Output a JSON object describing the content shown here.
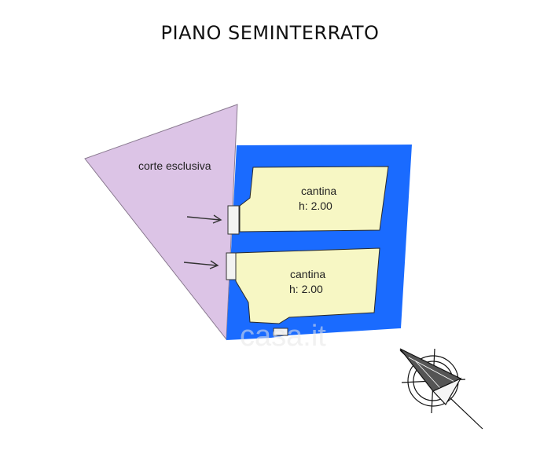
{
  "title": "PIANO SEMINTERRATO",
  "labels": {
    "courtyard": "corte esclusiva",
    "room_upper_name": "cantina",
    "room_upper_height": "h: 2.00",
    "room_lower_name": "cantina",
    "room_lower_height": "h: 2.00"
  },
  "watermark": "casa.it",
  "colors": {
    "walls": "#1a6bff",
    "rooms": "#f7f7c4",
    "courtyard": "#dcc4e6"
  },
  "icons": [
    "arrow-right-icon",
    "arrow-right-icon",
    "compass-rose-icon"
  ]
}
